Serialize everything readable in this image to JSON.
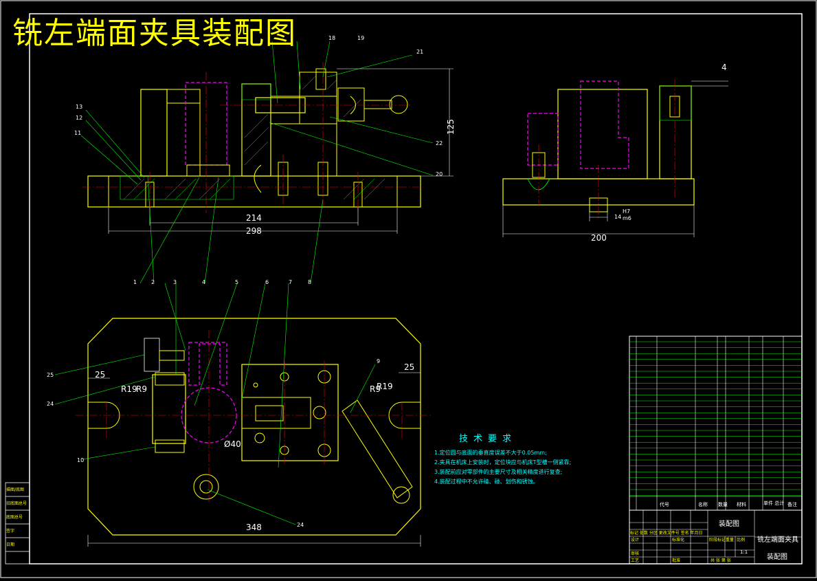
{
  "drawing": {
    "title": "铣左端面夹具装配图"
  },
  "dimensions": {
    "front_214": "214",
    "front_298": "298",
    "front_125": "125",
    "side_200": "200",
    "side_4": "4",
    "side_14": "14",
    "side_fit_top": "H7",
    "side_fit_bottom": "m6",
    "plan_25_left": "25",
    "plan_25_right": "25",
    "plan_r19_left": "R19",
    "plan_r9_left": "R9",
    "plan_r19_right": "R19",
    "plan_r9_right": "R9",
    "plan_dia40": "Ø40",
    "plan_348": "348"
  },
  "front_callouts": [
    "13",
    "12",
    "11"
  ],
  "front_top_callouts": [
    "18",
    "19",
    "21"
  ],
  "front_right_callouts": [
    "22",
    "20"
  ],
  "plan_top_callouts": [
    "1",
    "2",
    "3",
    "4",
    "5",
    "6",
    "7",
    "8"
  ],
  "plan_left_callouts": [
    "25",
    "24",
    "10"
  ],
  "plan_right_callout": "9",
  "plan_bottom_callout": "24",
  "tech_requirements": {
    "heading": "技术要求",
    "items": [
      "1.定位圆与底面的垂直度误差不大于0.05mm;",
      "2.夹具在机床上安装时，定位块应与机床T型槽一侧紧靠;",
      "3.装配前应对零部件的主要尺寸及相关精度进行复查;",
      "4.装配过程中不允许磕、碰、划伤和锈蚀。"
    ]
  },
  "parts_list_header": {
    "col_code": "代号",
    "col_name": "名称",
    "col_qty": "数量",
    "col_material": "材料",
    "col_weight": "单件 总计",
    "col_note": "备注"
  },
  "title_block": {
    "drawing_type": "装配图",
    "product_name": "铣左端面夹具",
    "drawing_type_2": "装配图",
    "scale": "1:1",
    "change_row": "标记 处数 分区 更改文件号 签名 年月日",
    "designer": "设计",
    "reviewer": "审核",
    "process": "工艺",
    "standardize": "标准化",
    "approve": "批准",
    "stage_label": "阶段标记",
    "weight_label": "重量",
    "scale_label": "比例",
    "sheet_label": "共 张 第 张"
  },
  "left_strip": [
    "描图/底图",
    "旧底图总号",
    "底图总号",
    "签字",
    "日期"
  ]
}
